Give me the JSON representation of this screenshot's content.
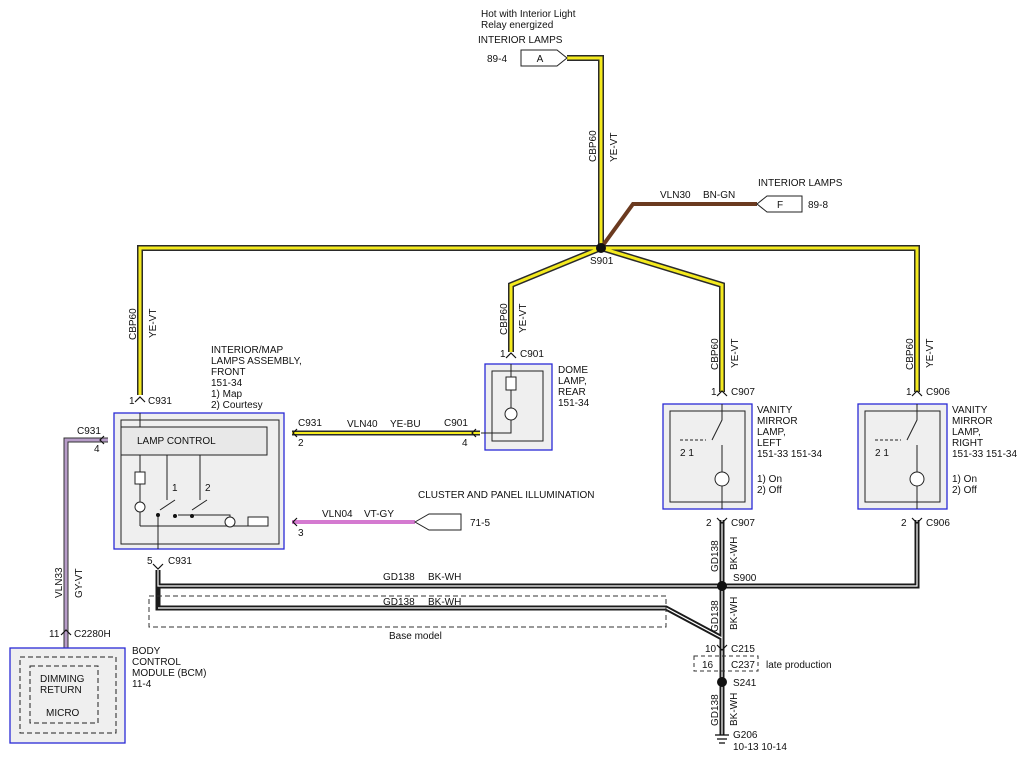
{
  "colors": {
    "ye_vt_fill": "#f4ea1e",
    "ye_vt_edge": "#2a2a2a",
    "bn_gn": "#6b3a1f",
    "vt_gy": "#d47ad0",
    "gy_vt": "#b79cc8",
    "bk_wh": "#1a1a1a",
    "box_border": "#2a2ad6",
    "box_fill": "#efefef"
  },
  "top": {
    "note_line1": "Hot with Interior Light",
    "note_line2": "Relay energized",
    "source_label": "INTERIOR LAMPS",
    "connector_letter": "A",
    "page_ref": "89-4",
    "circuit": "CBP60",
    "wire_color": "YE-VT"
  },
  "feed_f": {
    "label": "INTERIOR LAMPS",
    "connector_letter": "F",
    "page_ref": "89-8",
    "circuit": "VLN30",
    "wire_color": "BN-GN"
  },
  "splice_s901": "S901",
  "branch": {
    "circuit": "CBP60",
    "wire_color": "YE-VT"
  },
  "front_lamps": {
    "title_line1": "INTERIOR/MAP",
    "title_line2": "LAMPS ASSEMBLY,",
    "title_line3": "FRONT",
    "ref": "151-34",
    "opt1": "1) Map",
    "opt2": "2) Courtesy",
    "control_label": "LAMP CONTROL",
    "pin_top": "1",
    "conn": "C931",
    "pin_left": "4",
    "conn_left": "C931",
    "pin_right": "2",
    "conn_right": "C931",
    "pin_right2": "3",
    "pin_bottom": "5",
    "conn_bottom": "C931",
    "switch1": "1",
    "switch2": "2"
  },
  "dome": {
    "title_line1": "DOME",
    "title_line2": "LAMP,",
    "title_line3": "REAR",
    "ref": "151-34",
    "pin_top": "1",
    "conn": "C901",
    "pin_left": "4",
    "conn_left": "C901"
  },
  "vln40": {
    "circuit": "VLN40",
    "wire_color": "YE-BU"
  },
  "cluster": {
    "label": "CLUSTER AND PANEL ILLUMINATION",
    "circuit": "VLN04",
    "wire_color": "VT-GY",
    "page_ref": "71-5"
  },
  "mirror_left": {
    "title_line1": "VANITY",
    "title_line2": "MIRROR",
    "title_line3": "LAMP,",
    "title_line4": "LEFT",
    "refs": "151-33  151-34",
    "opt1": "1) On",
    "opt2": "2) Off",
    "pin_top": "1",
    "conn_top": "C907",
    "pin_bottom": "2",
    "conn_bottom": "C907",
    "sw_pos": "2  1"
  },
  "mirror_right": {
    "title_line1": "VANITY",
    "title_line2": "MIRROR",
    "title_line3": "LAMP,",
    "title_line4": "RIGHT",
    "refs": "151-33  151-34",
    "opt1": "1) On",
    "opt2": "2) Off",
    "pin_top": "1",
    "conn_top": "C906",
    "pin_bottom": "2",
    "conn_bottom": "C906",
    "sw_pos": "2  1"
  },
  "ground": {
    "circuit": "GD138",
    "wire_color": "BK-WH",
    "splice_s900": "S900",
    "base_model": "Base model",
    "c215_pin": "10",
    "c215": "C215",
    "c237_pin": "16",
    "c237": "C237",
    "late_production": "late production",
    "splice_s241": "S241",
    "g206": "G206",
    "g206_refs": "10-13  10-14"
  },
  "bcm": {
    "title_line1": "BODY",
    "title_line2": "CONTROL",
    "title_line3": "MODULE (BCM)",
    "ref": "11-4",
    "inner_line1": "DIMMING",
    "inner_line2": "RETURN",
    "micro": "MICRO",
    "pin": "11",
    "conn": "C2280H",
    "circuit": "VLN33",
    "wire_color": "GY-VT"
  }
}
